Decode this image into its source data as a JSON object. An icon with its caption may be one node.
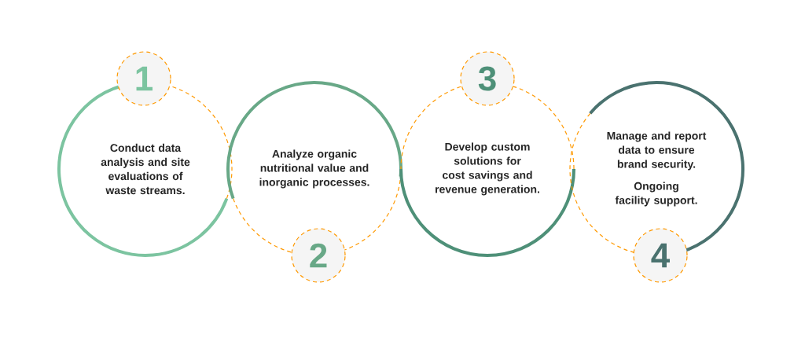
{
  "diagram": {
    "nodes": [
      {
        "text": [
          "Conduct data analysis and site evaluations of waste streams."
        ]
      },
      {
        "text": [
          "Analyze organic nutritional value and inorganic processes."
        ]
      },
      {
        "text": [
          "Develop custom solutions for cost savings and revenue generation."
        ]
      },
      {
        "text": [
          "Manage and report data to ensure brand security.",
          "Ongoing facility support."
        ]
      },
      {
        "text": [
          "1"
        ]
      },
      {
        "text": [
          "2"
        ]
      },
      {
        "text": [
          "3"
        ]
      },
      {
        "text": [
          "4"
        ]
      }
    ]
  }
}
